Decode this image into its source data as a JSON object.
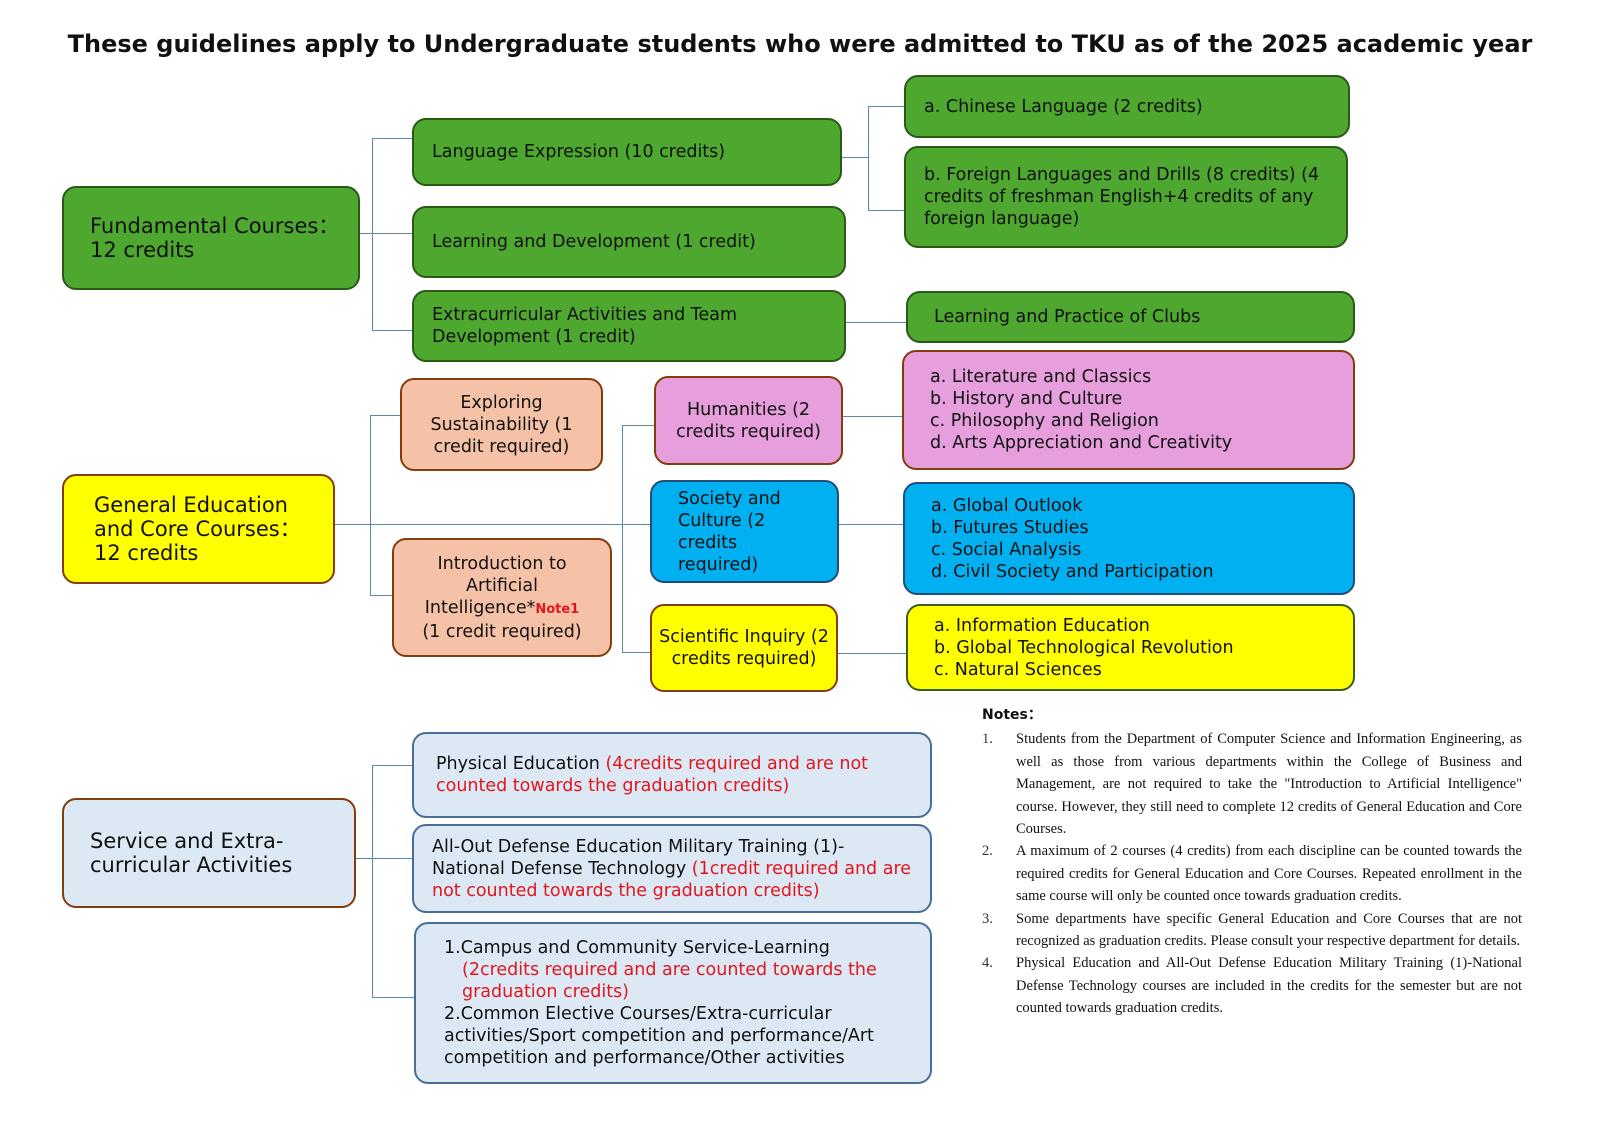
{
  "title": "These guidelines apply to Undergraduate students who were admitted to TKU as of the 2025 academic year",
  "fundamental": {
    "label": "Fundamental Courses：12 credits",
    "language_expression": "Language Expression (10 credits)",
    "chinese": "a. Chinese Language (2 credits)",
    "foreign": "b. Foreign Languages and Drills (8 credits) (4 credits of freshman English+4 credits of any foreign language)",
    "learning_development": "Learning and Development (1 credit)",
    "extracurricular": "Extracurricular Activities and Team Development (1 credit)",
    "clubs": "Learning and Practice of Clubs"
  },
  "general": {
    "label": "General Education and Core Courses：12 credits",
    "sustainability": "Exploring Sustainability (1 credit required)",
    "ai_text": "Introduction to Artificial Intelligence*",
    "ai_note": "Note1",
    "ai_credit": "(1 credit required)",
    "humanities": "Humanities (2 credits required)",
    "humanities_items": [
      "a. Literature and Classics",
      "b. History and Culture",
      "c. Philosophy and Religion",
      "d. Arts Appreciation and Creativity"
    ],
    "society": "Society and Culture (2 credits required)",
    "society_items": [
      "a. Global Outlook",
      "b. Futures Studies",
      "c. Social Analysis",
      "d. Civil Society and Participation"
    ],
    "scientific": "Scientific Inquiry (2 credits required)",
    "scientific_items": [
      "a. Information Education",
      "b. Global Technological Revolution",
      "c. Natural Sciences"
    ]
  },
  "service": {
    "label": "Service and Extra-curricular Activities",
    "pe": "Physical Education ",
    "pe_red": "(4credits required and are not counted towards the graduation credits)",
    "defense": "All-Out Defense Education Military Training (1)-National Defense Technology ",
    "defense_red": "(1credit required and are not counted towards the graduation credits)",
    "campus": "1.Campus and Community Service-Learning",
    "campus_red": "(2credits required and are counted towards the graduation credits)",
    "elective": "2.Common Elective Courses/Extra-curricular activities/Sport competition and performance/Art competition and performance/Other activities"
  },
  "notes": {
    "title": "Notes：",
    "items": [
      {
        "num": "1.",
        "text": "Students from the Department of Computer Science and Information Engineering, as well as those from various departments within the College of Business and Management, are not required to take the \"Introduction to Artificial Intelligence\" course. However, they still need to complete 12 credits of General Education and Core Courses."
      },
      {
        "num": "2.",
        "text": "A maximum of 2 courses (4 credits) from each discipline can be counted towards the required credits for General Education and Core Courses. Repeated enrollment in the same course will only be counted once towards graduation credits."
      },
      {
        "num": "3.",
        "text": "Some departments have specific General Education and Core Courses that are not recognized as graduation credits. Please consult your respective department for details."
      },
      {
        "num": "4.",
        "text": "Physical Education and All-Out Defense Education Military Training (1)-National Defense Technology courses are included in the credits for the semester but are not counted towards graduation credits."
      }
    ]
  }
}
